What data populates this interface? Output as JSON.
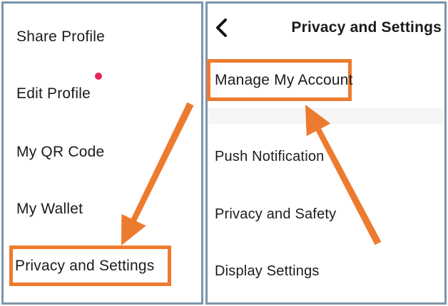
{
  "colors": {
    "accent_orange": "#ED7B2F",
    "panel_border": "#7E95AB",
    "badge_red": "#E62553",
    "text": "#1B1B1B",
    "band_gray": "#F6F6F6"
  },
  "left_panel": {
    "items": [
      {
        "label": "Share Profile"
      },
      {
        "label": "Edit Profile",
        "badge": "red-dot"
      },
      {
        "label": "My QR Code"
      },
      {
        "label": "My Wallet"
      },
      {
        "label": "Privacy and Settings",
        "highlighted": true
      }
    ]
  },
  "right_panel": {
    "header": {
      "back_icon": "chevron-left-icon",
      "title": "Privacy and Settings"
    },
    "items": [
      {
        "label": "Manage My Account",
        "highlighted": true
      },
      {
        "label": "Push Notification"
      },
      {
        "label": "Privacy and Safety"
      },
      {
        "label": "Display Settings"
      }
    ]
  },
  "annotations": {
    "arrow_left_target": "Privacy and Settings",
    "arrow_right_target": "Manage My Account"
  }
}
